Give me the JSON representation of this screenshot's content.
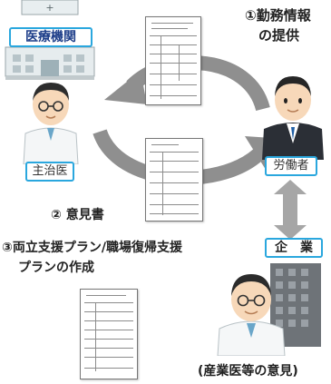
{
  "labels": {
    "medical": "医療機関",
    "step1_line1": "①勤務情報",
    "step1_line2": "の提供",
    "doctor": "主治医",
    "worker": "労働者",
    "step2": "② 意見書",
    "step3_line1": "③両立支援プラン/職場復帰支援",
    "step3_line2": "プランの作成",
    "company": "企　業",
    "occupational": "(産業医等の意見)"
  },
  "icons": {
    "hospital": "hospital-building-illustration",
    "doctor": "doctor-illustration",
    "worker": "worker-in-suit-illustration",
    "company_building": "office-building-illustration",
    "occupational_doctor": "occupational-doctor-illustration"
  },
  "colors": {
    "label_border": "#2aa7de",
    "label_text": "#1f3f8a",
    "arrow_gray": "#8f8f8f"
  }
}
